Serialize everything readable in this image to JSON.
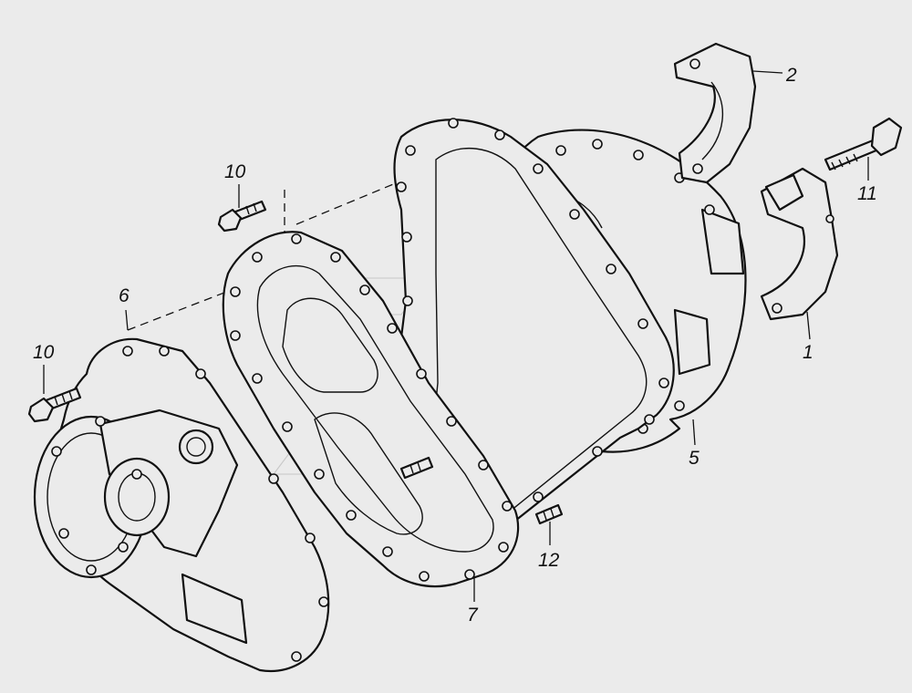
{
  "callouts": {
    "c1": "1",
    "c2": "2",
    "c5": "5",
    "c6": "6",
    "c7": "7",
    "c10a": "10",
    "c10b": "10",
    "c11": "11",
    "c12": "12"
  },
  "colors": {
    "background": "#ebebeb",
    "line": "#111111"
  }
}
